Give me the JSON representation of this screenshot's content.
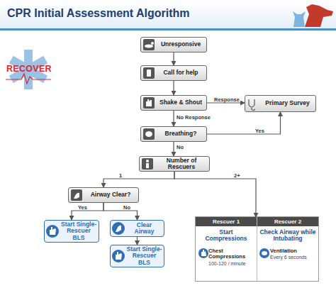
{
  "diagram": {
    "title": "CPR Initial Assessment Algorithm",
    "nodes": [
      {
        "text": [
          "Unresponsive"
        ]
      },
      {
        "text": [
          "Call for help"
        ]
      },
      {
        "text": [
          "Shake & Shout"
        ]
      },
      {
        "text": [
          "Primary Survey"
        ]
      },
      {
        "text": [
          "Breathing?"
        ]
      },
      {
        "text": [
          "Number of Rescuers"
        ]
      },
      {
        "text": [
          "Airway Clear?"
        ]
      },
      {
        "text": [
          "Start Single-Rescuer BLS"
        ]
      },
      {
        "text": [
          "Clear Airway"
        ]
      },
      {
        "text": [
          "Start Single-Rescuer BLS"
        ]
      },
      {
        "text": [
          "Rescuer 1",
          "Start Compressions",
          "Chest Compressions",
          "100-120 / minute"
        ]
      },
      {
        "text": [
          "Rescuer 2",
          "Check Airway while Intubating",
          "Ventilation",
          "Every 6 seconds"
        ]
      }
    ],
    "edges": [
      {
        "from": 0,
        "to": 1,
        "arrow": "to"
      },
      {
        "from": 1,
        "to": 2,
        "arrow": "to"
      },
      {
        "from": 2,
        "to": 3,
        "arrow": "to",
        "label": "Response"
      },
      {
        "from": 2,
        "to": 4,
        "arrow": "to",
        "label": "No Response"
      },
      {
        "from": 4,
        "to": 3,
        "arrow": "to",
        "label": "Yes"
      },
      {
        "from": 4,
        "to": 5,
        "arrow": "to",
        "label": "No"
      },
      {
        "from": 5,
        "to": 6,
        "arrow": "to",
        "label": "1"
      },
      {
        "from": 5,
        "to": 10,
        "arrow": "to",
        "label": "2+"
      },
      {
        "from": 6,
        "to": 7,
        "arrow": "to",
        "label": "Yes"
      },
      {
        "from": 6,
        "to": 8,
        "arrow": "to",
        "label": "No"
      },
      {
        "from": 8,
        "to": 9,
        "arrow": "to"
      }
    ],
    "labels": [
      "RECOVER"
    ]
  }
}
